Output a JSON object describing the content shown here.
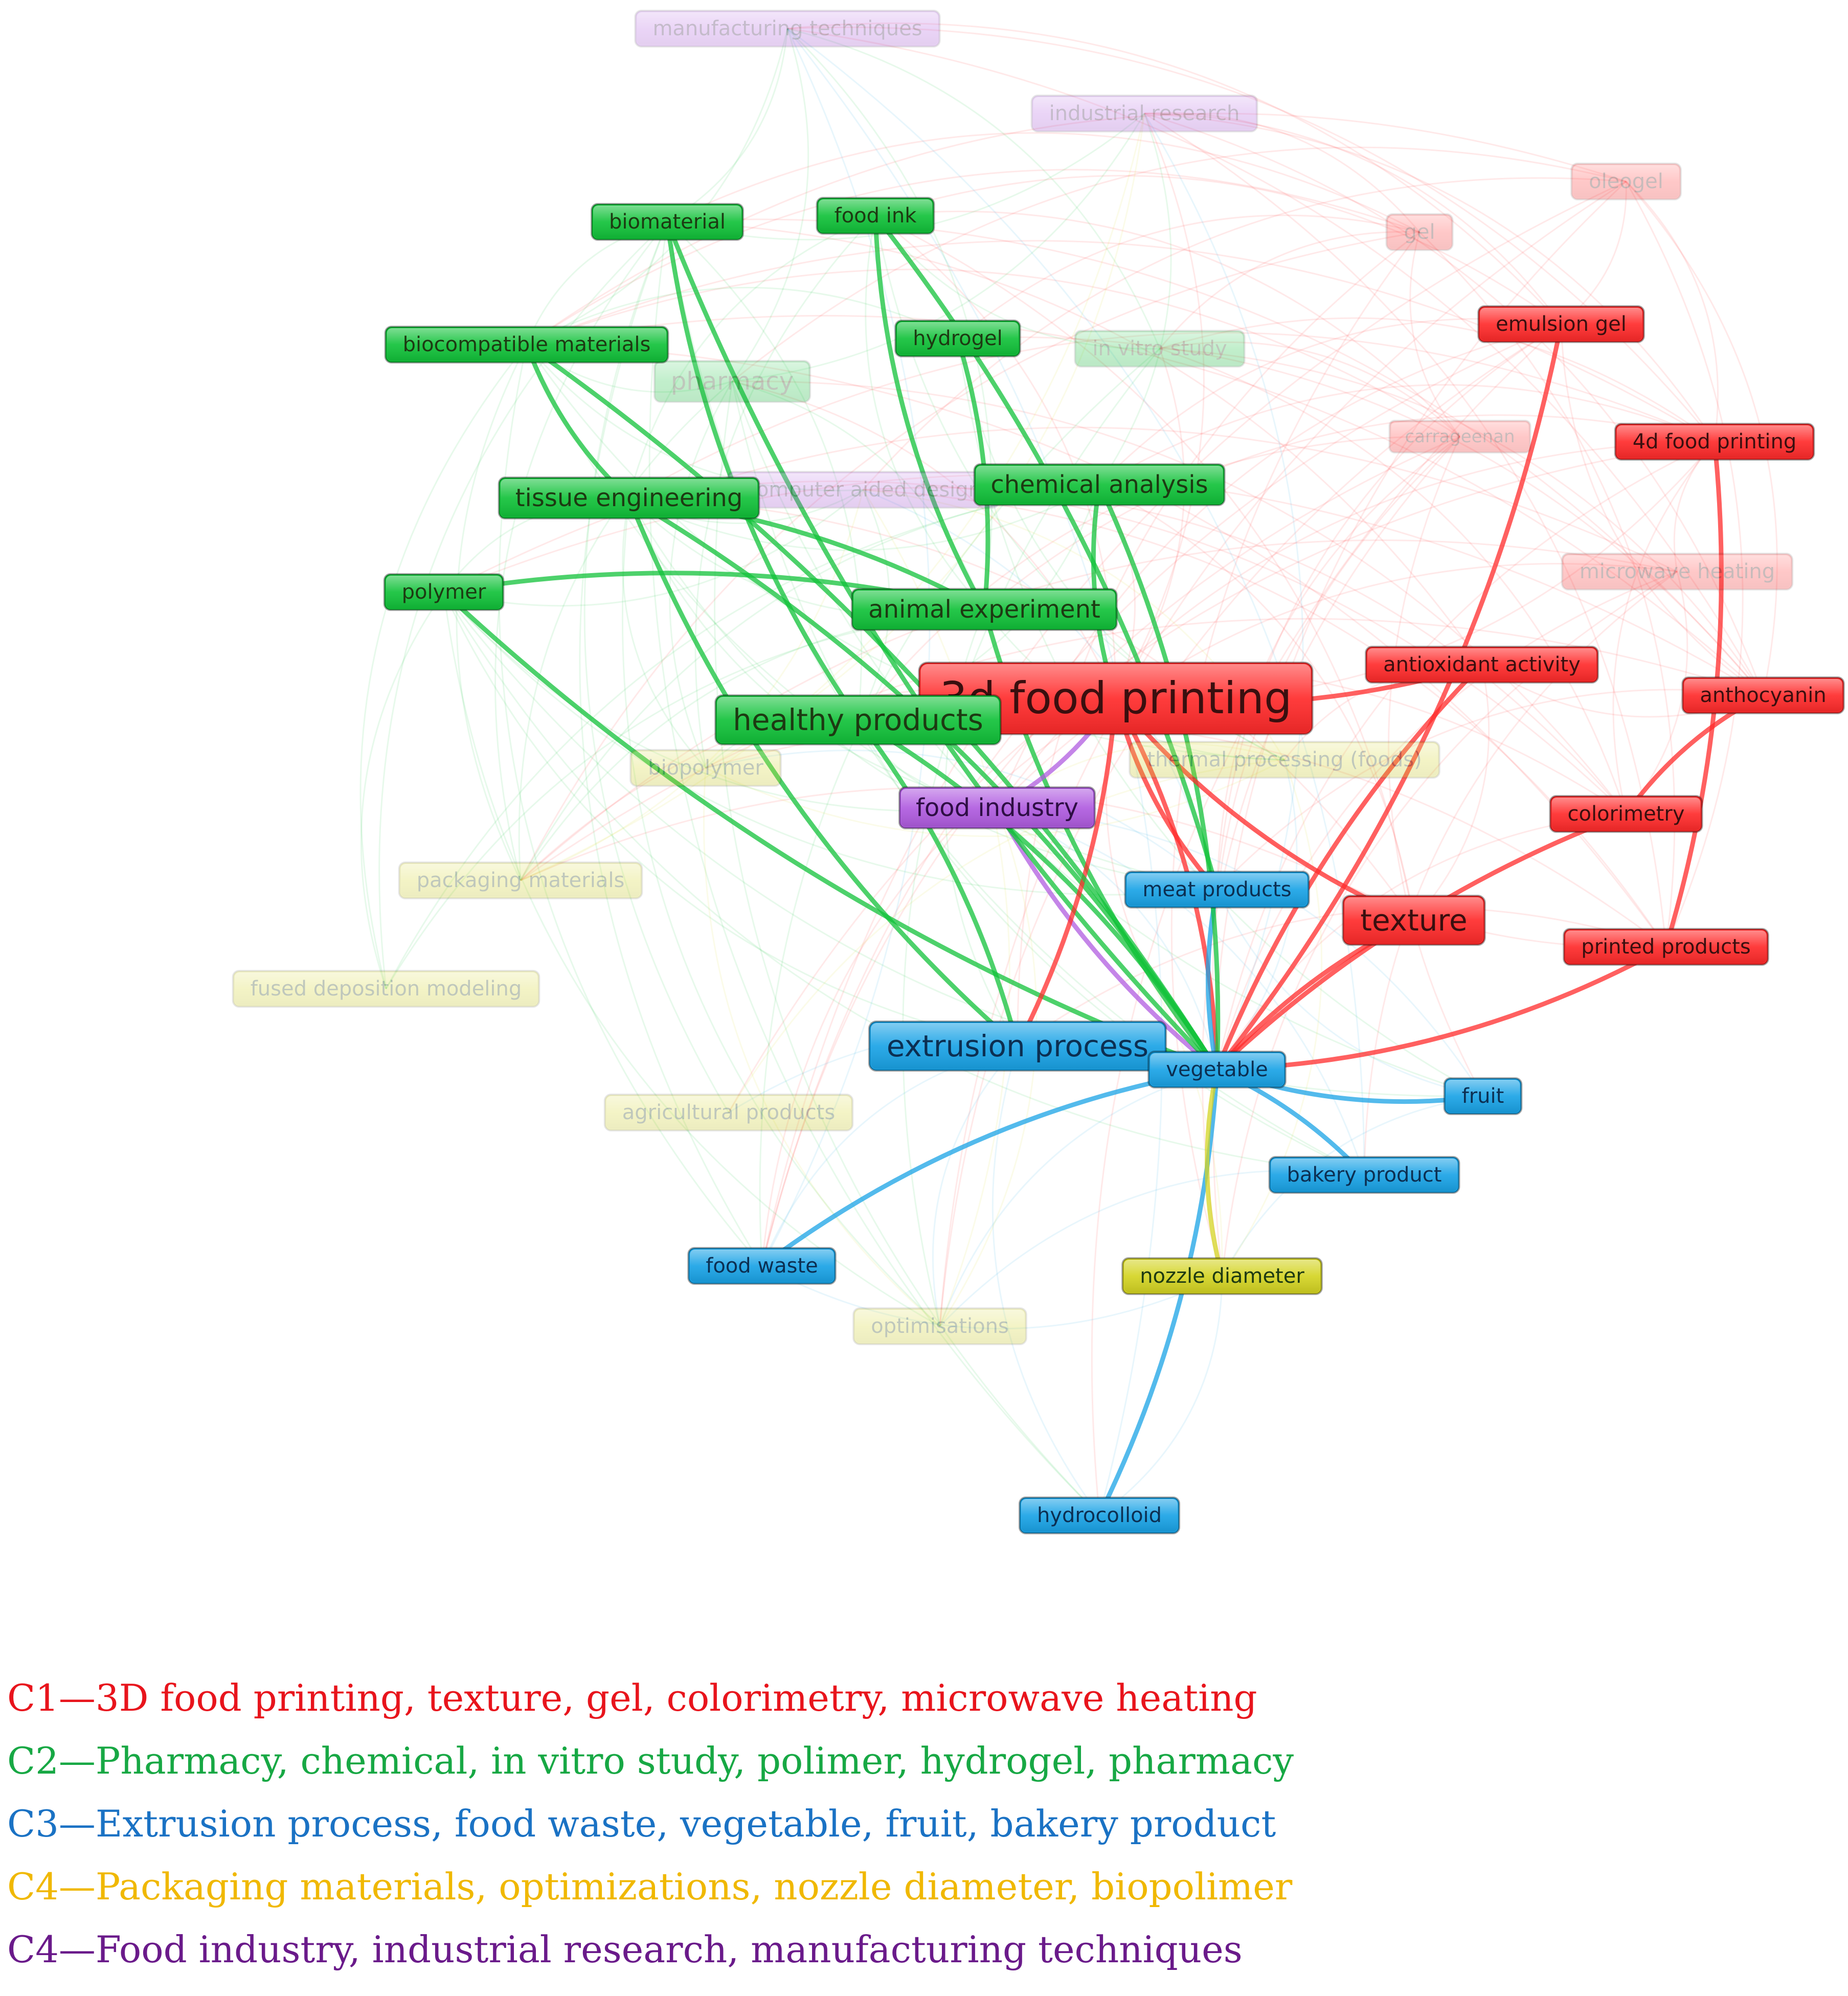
{
  "palette": {
    "c1": "#ff2b2b",
    "c2": "#12c23a",
    "c3": "#1aa3e6",
    "c4": "#d4d423",
    "c5": "#b05ce0",
    "legend_c1": "#e8141c",
    "legend_c2": "#17a844",
    "legend_c3": "#1a72c4",
    "legend_c4": "#f0b800",
    "legend_c5": "#6a1a8a"
  },
  "nodes": [
    {
      "id": "3d-food-printing",
      "label": "3d food printing",
      "cluster": "c1",
      "size": "xl",
      "faded": false
    },
    {
      "id": "texture",
      "label": "texture",
      "cluster": "c1",
      "size": "l",
      "faded": false
    },
    {
      "id": "emulsion-gel",
      "label": "emulsion gel",
      "cluster": "c1",
      "size": "s",
      "faded": false
    },
    {
      "id": "4d-food-printing",
      "label": "4d food printing",
      "cluster": "c1",
      "size": "s",
      "faded": false
    },
    {
      "id": "antioxidant-activity",
      "label": "antioxidant activity",
      "cluster": "c1",
      "size": "s",
      "faded": false
    },
    {
      "id": "anthocyanin",
      "label": "anthocyanin",
      "cluster": "c1",
      "size": "s",
      "faded": false
    },
    {
      "id": "colorimetry",
      "label": "colorimetry",
      "cluster": "c1",
      "size": "s",
      "faded": false
    },
    {
      "id": "printed-products",
      "label": "printed products",
      "cluster": "c1",
      "size": "s",
      "faded": false
    },
    {
      "id": "oleogel",
      "label": "oleogel",
      "cluster": "c1",
      "size": "s",
      "faded": true
    },
    {
      "id": "gel",
      "label": "gel",
      "cluster": "c1",
      "size": "s",
      "faded": true
    },
    {
      "id": "carrageenan",
      "label": "carrageenan",
      "cluster": "c1",
      "size": "xs",
      "faded": true
    },
    {
      "id": "microwave-heating",
      "label": "microwave heating",
      "cluster": "c1",
      "size": "s",
      "faded": true
    },
    {
      "id": "healthy-products",
      "label": "healthy products",
      "cluster": "c2",
      "size": "l",
      "faded": false
    },
    {
      "id": "biomaterial",
      "label": "biomaterial",
      "cluster": "c2",
      "size": "s",
      "faded": false
    },
    {
      "id": "food-ink",
      "label": "food ink",
      "cluster": "c2",
      "size": "s",
      "faded": false
    },
    {
      "id": "hydrogel",
      "label": "hydrogel",
      "cluster": "c2",
      "size": "s",
      "faded": false
    },
    {
      "id": "biocompatible-materials",
      "label": "biocompatible materials",
      "cluster": "c2",
      "size": "s",
      "faded": false
    },
    {
      "id": "tissue-engineering",
      "label": "tissue engineering",
      "cluster": "c2",
      "size": "m",
      "faded": false
    },
    {
      "id": "chemical-analysis",
      "label": "chemical analysis",
      "cluster": "c2",
      "size": "m",
      "faded": false
    },
    {
      "id": "polymer",
      "label": "polymer",
      "cluster": "c2",
      "size": "s",
      "faded": false
    },
    {
      "id": "animal-experiment",
      "label": "animal experiment",
      "cluster": "c2",
      "size": "m",
      "faded": false
    },
    {
      "id": "pharmacy",
      "label": "pharmacy",
      "cluster": "c2",
      "size": "m",
      "faded": true
    },
    {
      "id": "in-vitro-study",
      "label": "in vitro study",
      "cluster": "c2",
      "size": "s",
      "faded": true
    },
    {
      "id": "extrusion-process",
      "label": "extrusion process",
      "cluster": "c3",
      "size": "l",
      "faded": false
    },
    {
      "id": "meat-products",
      "label": "meat products",
      "cluster": "c3",
      "size": "s",
      "faded": false
    },
    {
      "id": "vegetable",
      "label": "vegetable",
      "cluster": "c3",
      "size": "s",
      "faded": false
    },
    {
      "id": "fruit",
      "label": "fruit",
      "cluster": "c3",
      "size": "s",
      "faded": false
    },
    {
      "id": "bakery-product",
      "label": "bakery product",
      "cluster": "c3",
      "size": "s",
      "faded": false
    },
    {
      "id": "food-waste",
      "label": "food waste",
      "cluster": "c3",
      "size": "s",
      "faded": false
    },
    {
      "id": "hydrocolloid",
      "label": "hydrocolloid",
      "cluster": "c3",
      "size": "s",
      "faded": false
    },
    {
      "id": "nozzle-diameter",
      "label": "nozzle diameter",
      "cluster": "c4",
      "size": "s",
      "faded": false
    },
    {
      "id": "biopolymer",
      "label": "biopolymer",
      "cluster": "c4",
      "size": "s",
      "faded": true
    },
    {
      "id": "thermal-processing",
      "label": "thermal processing (foods)",
      "cluster": "c4",
      "size": "s",
      "faded": true
    },
    {
      "id": "packaging-materials",
      "label": "packaging materials",
      "cluster": "c4",
      "size": "s",
      "faded": true
    },
    {
      "id": "fused-deposition-modeling",
      "label": "fused deposition modeling",
      "cluster": "c4",
      "size": "s",
      "faded": true
    },
    {
      "id": "agricultural-products",
      "label": "agricultural products",
      "cluster": "c4",
      "size": "s",
      "faded": true
    },
    {
      "id": "optimisations",
      "label": "optimisations",
      "cluster": "c4",
      "size": "s",
      "faded": true
    },
    {
      "id": "food-industry",
      "label": "food industry",
      "cluster": "c5",
      "size": "m",
      "faded": false
    },
    {
      "id": "manufacturing-techniques",
      "label": "manufacturing techniques",
      "cluster": "c5",
      "size": "s",
      "faded": true
    },
    {
      "id": "industrial-research",
      "label": "industrial research",
      "cluster": "c5",
      "size": "s",
      "faded": true
    },
    {
      "id": "computer-aided-design",
      "label": "computer aided design",
      "cluster": "c5",
      "size": "s",
      "faded": true
    }
  ],
  "links": [
    [
      "vegetable",
      "3d-food-printing"
    ],
    [
      "vegetable",
      "texture"
    ],
    [
      "vegetable",
      "extrusion-process"
    ],
    [
      "vegetable",
      "meat-products"
    ],
    [
      "vegetable",
      "fruit"
    ],
    [
      "vegetable",
      "bakery-product"
    ],
    [
      "vegetable",
      "food-waste"
    ],
    [
      "vegetable",
      "hydrocolloid"
    ],
    [
      "vegetable",
      "nozzle-diameter"
    ],
    [
      "vegetable",
      "food-industry"
    ],
    [
      "vegetable",
      "healthy-products"
    ],
    [
      "vegetable",
      "animal-experiment"
    ],
    [
      "vegetable",
      "tissue-engineering"
    ],
    [
      "vegetable",
      "polymer"
    ],
    [
      "vegetable",
      "chemical-analysis"
    ],
    [
      "vegetable",
      "antioxidant-activity"
    ],
    [
      "vegetable",
      "emulsion-gel"
    ],
    [
      "vegetable",
      "colorimetry"
    ],
    [
      "vegetable",
      "printed-products"
    ],
    [
      "vegetable",
      "biomaterial"
    ],
    [
      "3d-food-printing",
      "texture"
    ],
    [
      "3d-food-printing",
      "extrusion-process"
    ],
    [
      "3d-food-printing",
      "meat-products"
    ],
    [
      "4d-food-printing",
      "printed-products"
    ],
    [
      "anthocyanin",
      "colorimetry"
    ],
    [
      "antioxidant-activity",
      "3d-food-printing"
    ],
    [
      "healthy-products",
      "3d-food-printing"
    ],
    [
      "hydrogel",
      "animal-experiment"
    ],
    [
      "food-ink",
      "animal-experiment"
    ],
    [
      "food-ink",
      "meat-products"
    ],
    [
      "biocompatible-materials",
      "tissue-engineering"
    ],
    [
      "biocompatible-materials",
      "vegetable"
    ],
    [
      "tissue-engineering",
      "extrusion-process"
    ],
    [
      "tissue-engineering",
      "animal-experiment"
    ],
    [
      "biomaterial",
      "healthy-products"
    ],
    [
      "polymer",
      "animal-experiment"
    ],
    [
      "chemical-analysis",
      "3d-food-printing"
    ],
    [
      "healthy-products",
      "extrusion-process"
    ],
    [
      "food-industry",
      "3d-food-printing"
    ]
  ],
  "legend": [
    {
      "code": "C1",
      "text": "3D food printing, texture, gel, colorimetry, microwave heating",
      "color_key": "legend_c1"
    },
    {
      "code": "C2",
      "text": "Pharmacy, chemical, in vitro study, polimer, hydrogel, pharmacy",
      "color_key": "legend_c2"
    },
    {
      "code": "C3",
      "text": "Extrusion process, food waste, vegetable, fruit, bakery product",
      "color_key": "legend_c3"
    },
    {
      "code": "C4",
      "text": "Packaging materials, optimizations, nozzle diameter, biopolimer",
      "color_key": "legend_c4"
    },
    {
      "code": "C4",
      "text": "Food industry, industrial research, manufacturing techniques",
      "color_key": "legend_c5"
    }
  ],
  "legend_separator": "—"
}
